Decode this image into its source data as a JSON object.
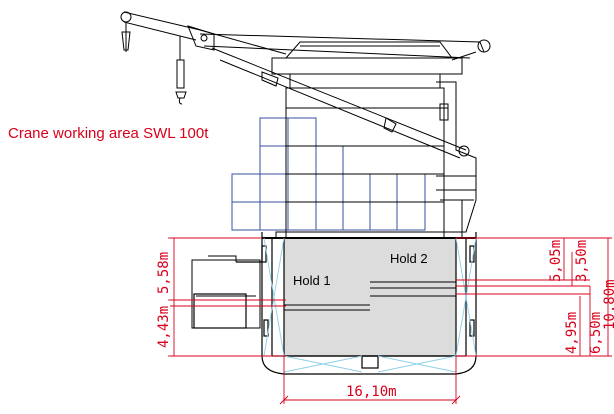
{
  "title": "Crane working area SWL 100t",
  "holds": {
    "hold1": "Hold 1",
    "hold2": "Hold 2"
  },
  "dimensions": {
    "left_upper": "5,58m",
    "left_lower": "4,43m",
    "right_a": "5,05m",
    "right_b": "3,50m",
    "right_c": "4,95m",
    "right_d": "6,50m",
    "right_total": "10,80m",
    "bottom_width": "16,10m"
  },
  "colors": {
    "dimension": "#d8001b",
    "container_grid": "#3a4fa0",
    "hold_fill": "#dcdcdc",
    "cross_bracing": "#8fd0e8",
    "outline": "#000000"
  }
}
